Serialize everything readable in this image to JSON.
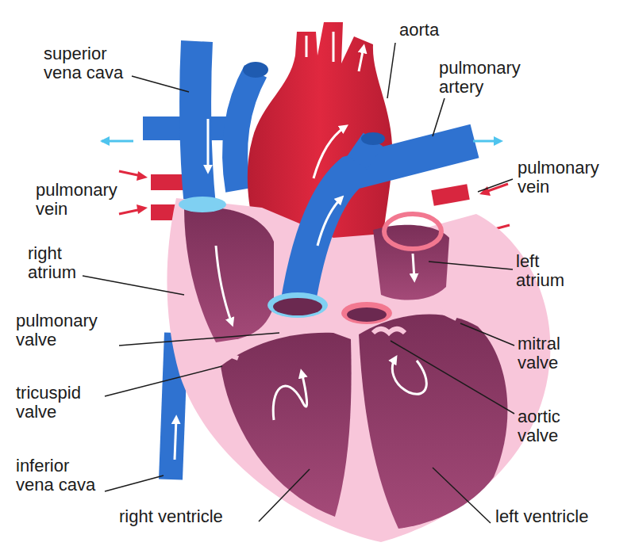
{
  "diagram": {
    "labels": [
      "superior vena cava",
      "aorta",
      "pulmonary artery",
      "pulmonary vein",
      "pulmonary vein",
      "right atrium",
      "left atrium",
      "pulmonary valve",
      "mitral valve",
      "tricuspid valve",
      "aortic valve",
      "inferior vena cava",
      "right ventricle",
      "left ventricle"
    ]
  }
}
